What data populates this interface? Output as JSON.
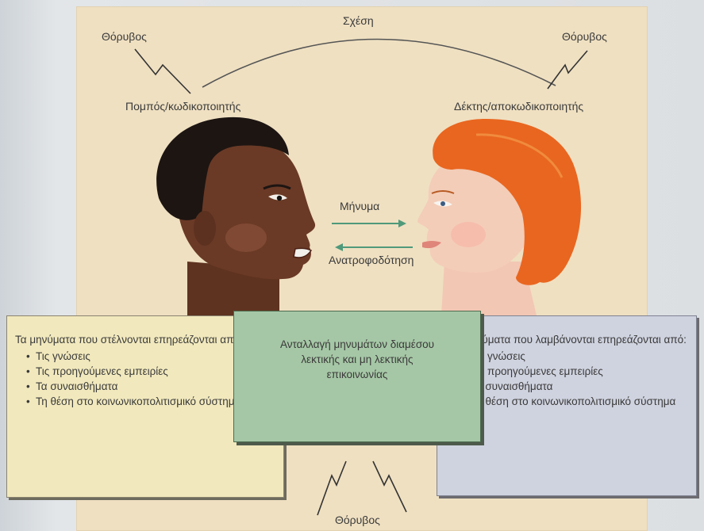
{
  "labels": {
    "relation": "Σχέση",
    "noise_left": "Θόρυβος",
    "noise_right": "Θόρυβος",
    "noise_bottom": "Θόρυβος",
    "sender": "Πομπός/κωδικοποιητής",
    "receiver": "Δέκτης/αποκωδικοποιητής",
    "message": "Μήνυμα",
    "feedback": "Ανατροφοδότηση"
  },
  "left_box": {
    "intro": "Τα μηνύματα που στέλνονται επηρεάζονται από:",
    "items": [
      "Τις γνώσεις",
      "Τις προηγούμενες εμπειρίες",
      "Τα συναισθήματα",
      "Τη θέση στο κοινωνικοπολιτισμικό σύστημα"
    ]
  },
  "center_box": {
    "text": "Ανταλλαγή μηνυμάτων διαμέσου λεκτικής και μη λεκτικής επικοινωνίας"
  },
  "right_box": {
    "intro": "Τα μηνύματα που λαμβάνονται επηρεάζονται από:",
    "items": [
      "Τις γνώσεις",
      "Τις προηγούμενες εμπειρίες",
      "Τα συναισθήματα",
      "Τη θέση στο κοινωνικοπολιτισμικό σύστημα"
    ]
  },
  "colors": {
    "panel": "#efe0c2",
    "arrow": "#4f9a7a",
    "left_box": "#f1e9bd",
    "center_box": "#a6c7a5",
    "right_box": "#cfd3df",
    "sender_skin": "#6b3a26",
    "receiver_hair": "#e8661f"
  }
}
